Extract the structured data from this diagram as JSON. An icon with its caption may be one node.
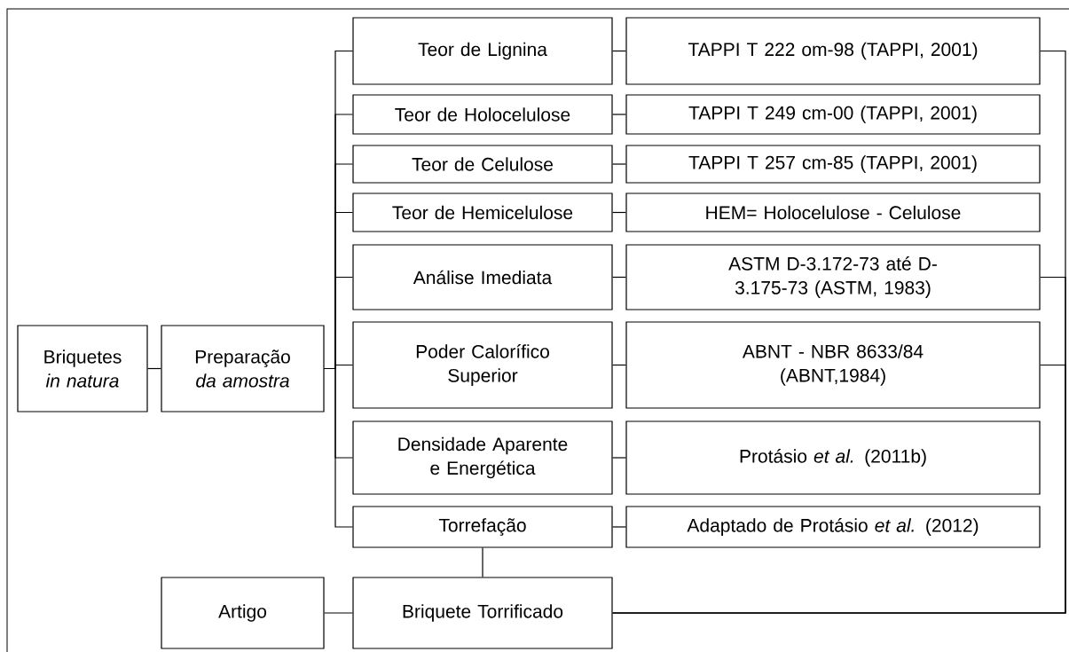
{
  "diagram": {
    "nodes": [
      {
        "text": [
          "Briquetes *in natura*"
        ]
      },
      {
        "text": [
          "Preparação *da amostra*"
        ]
      },
      {
        "text": [
          "Teor de Lignina"
        ]
      },
      {
        "text": [
          "Teor de Holocelulose"
        ]
      },
      {
        "text": [
          "Teor de Celulose"
        ]
      },
      {
        "text": [
          "Teor de Hemicelulose"
        ]
      },
      {
        "text": [
          "Análise Imediata"
        ]
      },
      {
        "text": [
          "Poder Calorífico Superior"
        ]
      },
      {
        "text": [
          "Densidade Aparente e Energética"
        ]
      },
      {
        "text": [
          "Torrefação"
        ]
      },
      {
        "text": [
          "TAPPI T 222 om-98 (TAPPI, 2001)"
        ]
      },
      {
        "text": [
          "TAPPI T 249 cm-00 (TAPPI, 2001)"
        ]
      },
      {
        "text": [
          "TAPPI T 257 cm-85 (TAPPI, 2001)"
        ]
      },
      {
        "text": [
          "HEM= Holocelulose - Celulose"
        ]
      },
      {
        "text": [
          "ASTM D-3.172-73 até D-3.175-73 (ASTM, 1983)"
        ]
      },
      {
        "text": [
          "ABNT - NBR 8633/84 (ABNT,1984)"
        ]
      },
      {
        "text": [
          "Protásio *et al.* (2011b)"
        ]
      },
      {
        "text": [
          "Adaptado de Protásio *et al.* (2012)"
        ]
      },
      {
        "text": [
          "Artigo"
        ]
      },
      {
        "text": [
          "Briquete Torrificado"
        ]
      }
    ],
    "edges": [
      {
        "from": 0,
        "to": 1,
        "arrow": "none"
      },
      {
        "from": 1,
        "to": 2,
        "arrow": "none"
      },
      {
        "from": 1,
        "to": 3,
        "arrow": "none"
      },
      {
        "from": 1,
        "to": 4,
        "arrow": "none"
      },
      {
        "from": 1,
        "to": 5,
        "arrow": "none"
      },
      {
        "from": 1,
        "to": 6,
        "arrow": "none"
      },
      {
        "from": 1,
        "to": 7,
        "arrow": "none"
      },
      {
        "from": 1,
        "to": 8,
        "arrow": "none"
      },
      {
        "from": 1,
        "to": 9,
        "arrow": "none"
      },
      {
        "from": 2,
        "to": 10,
        "arrow": "none"
      },
      {
        "from": 3,
        "to": 11,
        "arrow": "none"
      },
      {
        "from": 4,
        "to": 12,
        "arrow": "none"
      },
      {
        "from": 5,
        "to": 13,
        "arrow": "none"
      },
      {
        "from": 6,
        "to": 14,
        "arrow": "none"
      },
      {
        "from": 7,
        "to": 15,
        "arrow": "none"
      },
      {
        "from": 8,
        "to": 16,
        "arrow": "none"
      },
      {
        "from": 9,
        "to": 17,
        "arrow": "none"
      },
      {
        "from": 9,
        "to": 19,
        "arrow": "none"
      },
      {
        "from": 18,
        "to": 19,
        "arrow": "none"
      },
      {
        "from": 10,
        "to": 19,
        "arrow": "none"
      },
      {
        "from": 14,
        "to": 19,
        "arrow": "none"
      },
      {
        "from": 15,
        "to": 19,
        "arrow": "none"
      }
    ]
  }
}
